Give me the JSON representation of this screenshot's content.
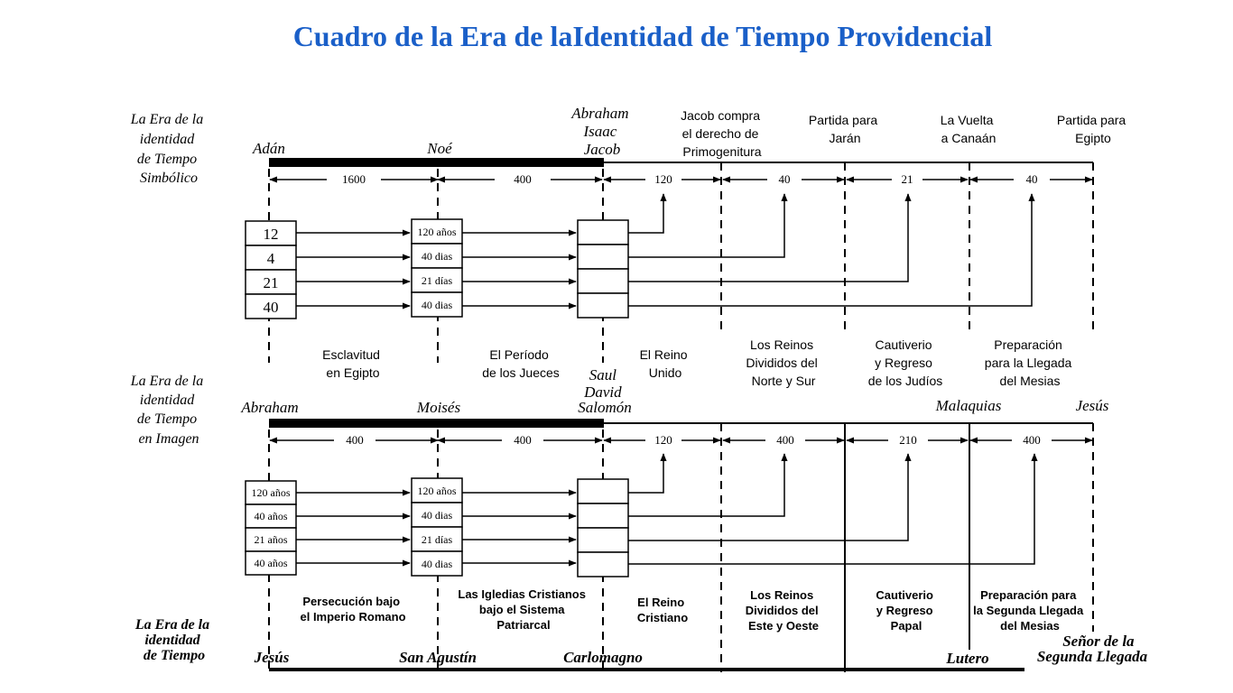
{
  "title": "Cuadro de la Era de laIdentidad de Tiempo Providencial",
  "colors": {
    "title": "#1a5fc8",
    "ink": "#000000"
  },
  "eras": {
    "simbolico": {
      "label": [
        "La Era de la",
        "identidad",
        "de Tiempo",
        "Simbólico"
      ],
      "figures": {
        "f1": "Adán",
        "f2": "Noé",
        "f3": [
          "Abraham",
          "Isaac",
          "Jacob"
        ]
      },
      "periods": [
        "1600",
        "400",
        "120",
        "40",
        "21",
        "40"
      ],
      "top_events": [
        [
          "Jacob compra",
          "el derecho de",
          "Primogenitura"
        ],
        [
          "Partida para",
          "Jarán"
        ],
        [
          "La Vuelta",
          "a Canaán"
        ],
        [
          "Partida para",
          "Egipto"
        ]
      ],
      "left_boxes": [
        "12",
        "4",
        "21",
        "40"
      ],
      "mid_boxes": [
        "120 años",
        "40 dias",
        "21 días",
        "40 dias"
      ],
      "bottom_labels": [
        [
          "Esclavitud",
          "en Egipto"
        ],
        [
          "El Período",
          "de los Jueces"
        ],
        [
          "El Reino",
          "Unido"
        ],
        [
          "Los Reinos",
          "Divididos del",
          "Norte y Sur"
        ],
        [
          "Cautiverio",
          "y Regreso",
          "de los Judíos"
        ],
        [
          "Preparación",
          "para la Llegada",
          "del Mesias"
        ]
      ]
    },
    "imagen": {
      "label": [
        "La Era de la",
        "identidad",
        "de Tiempo",
        "en Imagen"
      ],
      "figures": {
        "f1": "Abraham",
        "f2": "Moisés",
        "f3": [
          "Saul",
          "David",
          "Salomón"
        ],
        "f4": "Malaquias",
        "f5": "Jesús"
      },
      "periods": [
        "400",
        "400",
        "120",
        "400",
        "210",
        "400"
      ],
      "left_boxes": [
        "120 años",
        "40 años",
        "21 años",
        "40 años"
      ],
      "mid_boxes": [
        "120 años",
        "40 dias",
        "21 días",
        "40 dias"
      ],
      "bottom_labels": [
        [
          "Persecución bajo",
          "el Imperio Romano"
        ],
        [
          "Las Igledias Cristianos",
          "bajo el Sistema",
          "Patriarcal"
        ],
        [
          "El Reino",
          "Cristiano"
        ],
        [
          "Los Reinos",
          "Divididos del",
          "Este y Oeste"
        ],
        [
          "Cautiverio",
          "y Regreso",
          "Papal"
        ],
        [
          "Preparación para",
          "la Segunda Llegada",
          "del Mesias"
        ]
      ]
    },
    "tiempo": {
      "label": [
        "La Era de la",
        "identidad",
        "de Tiempo"
      ],
      "figures": {
        "f1": "Jesús",
        "f2": "San Agustín",
        "f3": "Carlomagno",
        "f4": "Lutero",
        "f5": [
          "Señor de la",
          "Segunda Llegada"
        ]
      }
    }
  }
}
